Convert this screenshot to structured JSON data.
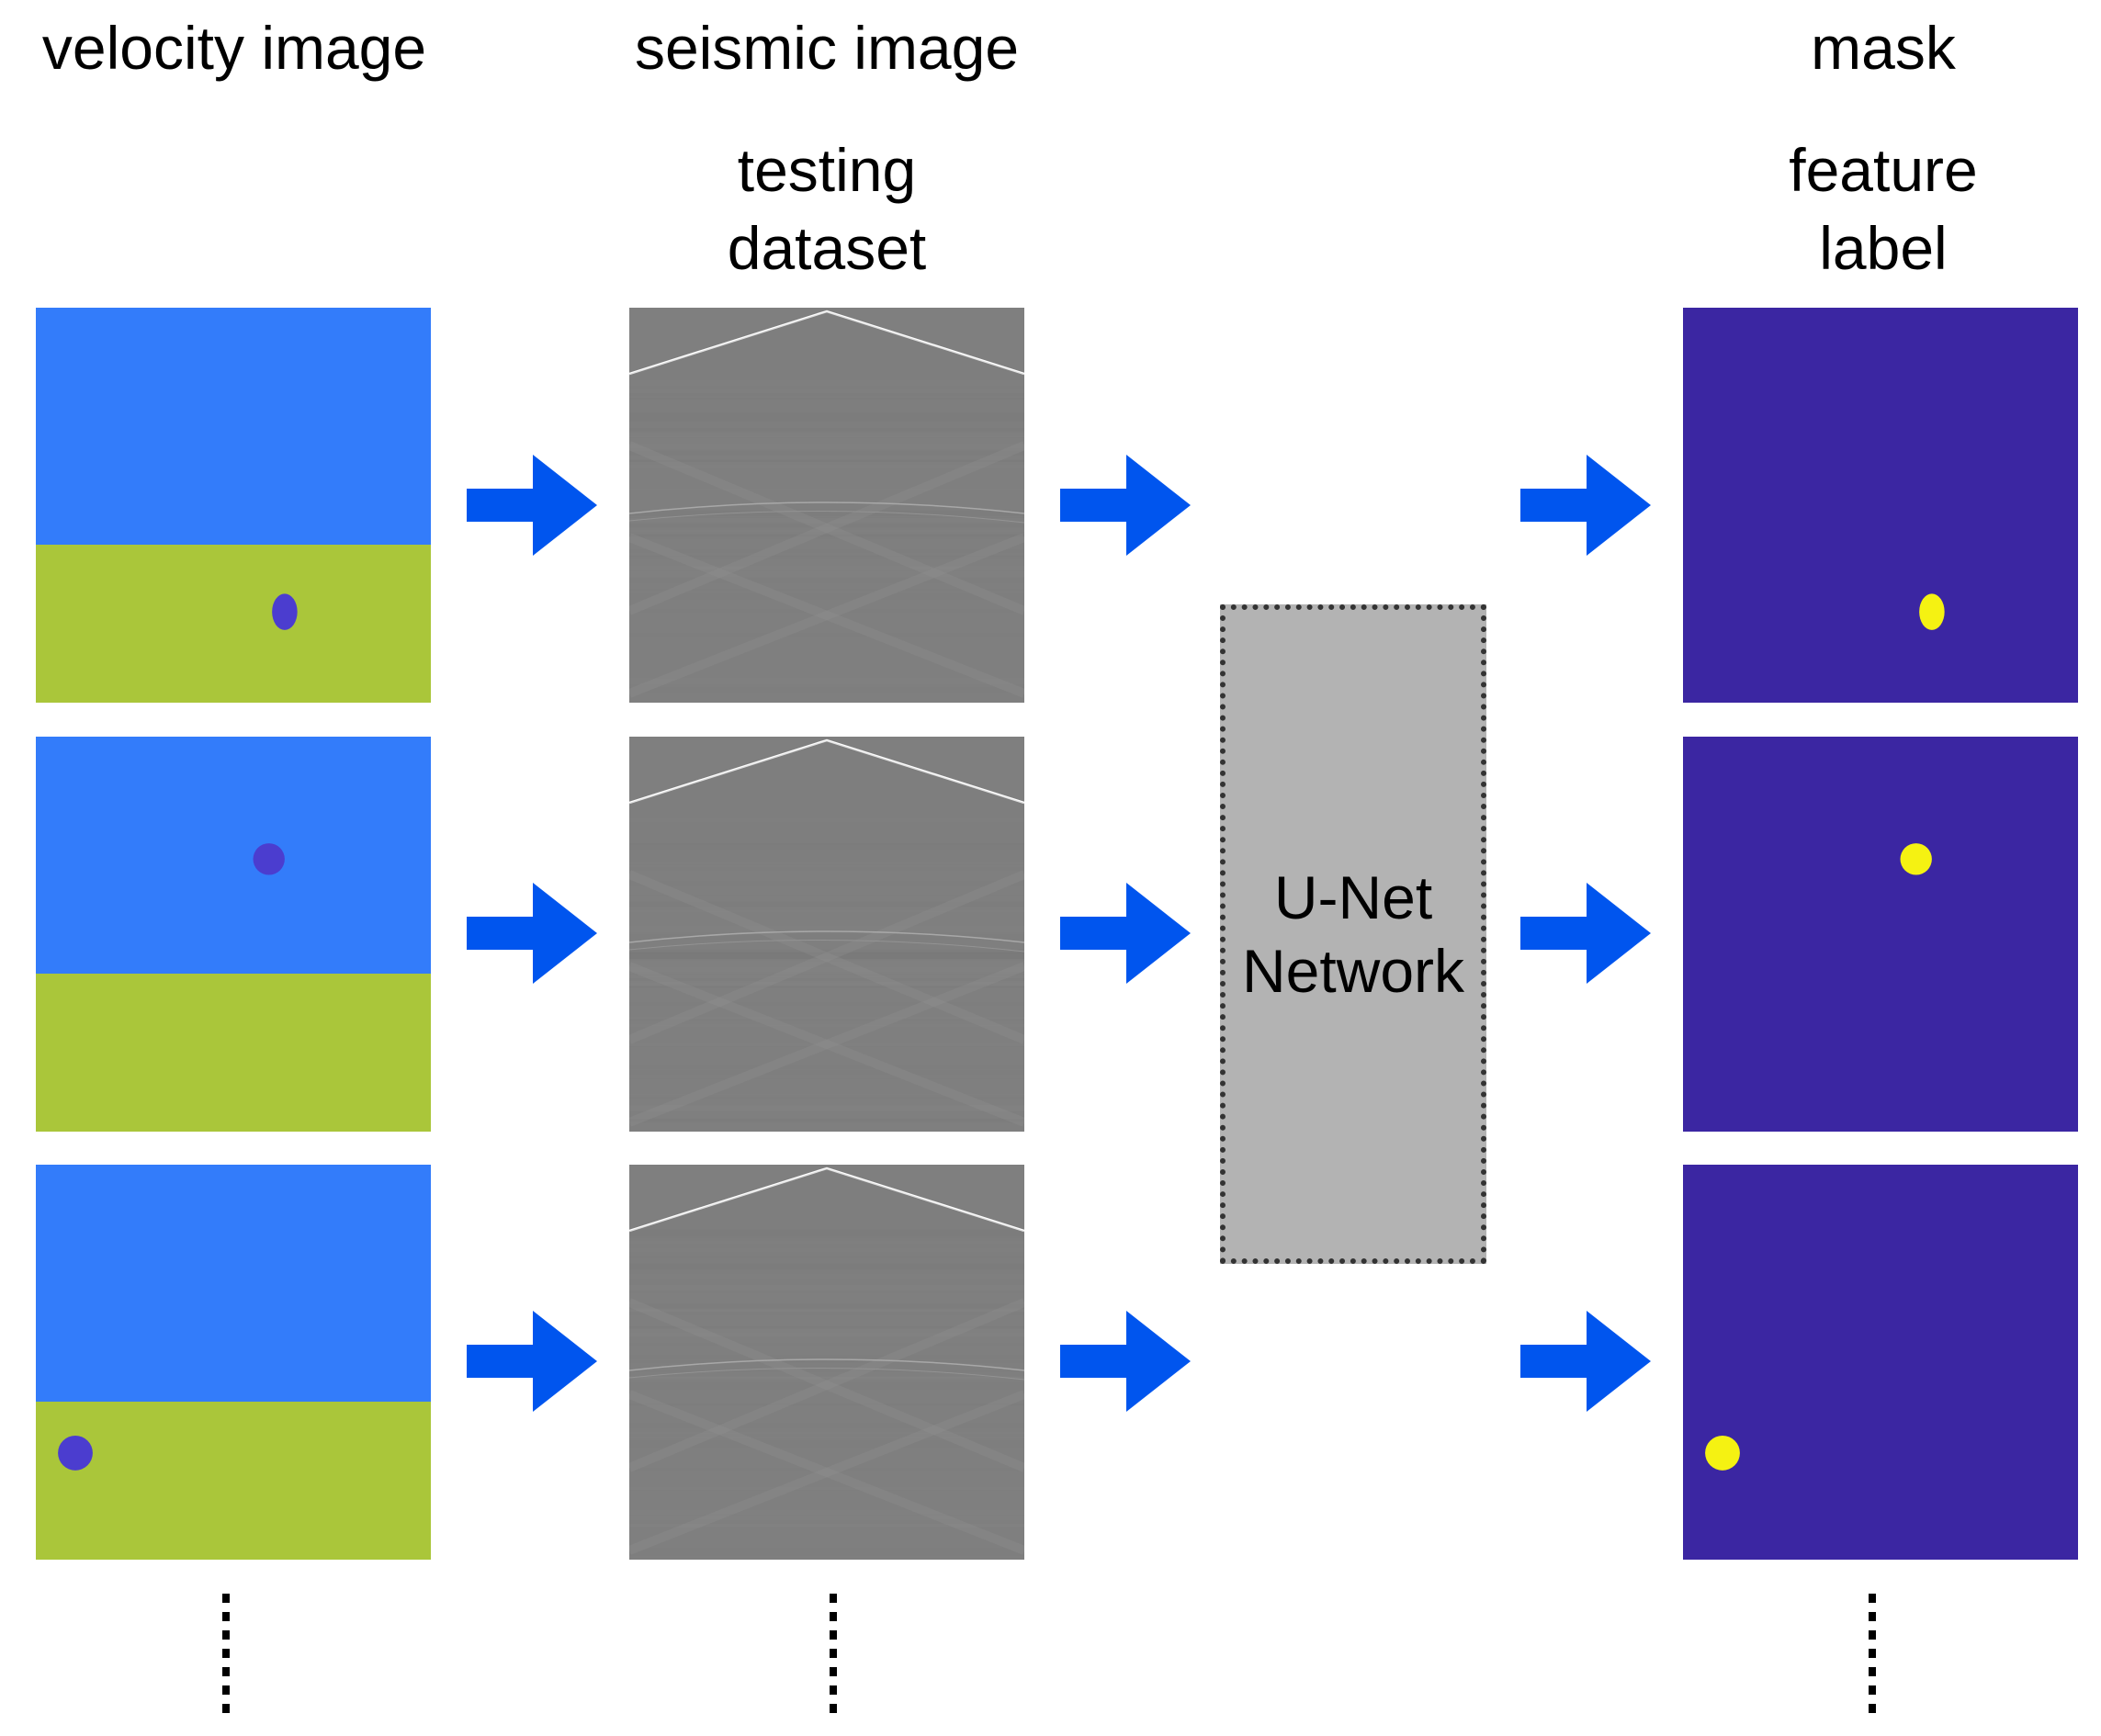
{
  "columns": {
    "velocity": {
      "title": "velocity image"
    },
    "seismic": {
      "title": "seismic image",
      "subtitle_line1": "testing",
      "subtitle_line2": "dataset"
    },
    "mask": {
      "title": "mask",
      "subtitle_line1": "feature",
      "subtitle_line2": "label"
    }
  },
  "network": {
    "label_line1": "U-Net",
    "label_line2": "Network"
  },
  "colors": {
    "velocity_upper": "#337CFA",
    "velocity_lower": "#AAC63A",
    "anomaly": "#4B3DCF",
    "seismic_background": "#7F7F7F",
    "mask_background": "#3B26A2",
    "mask_feature": "#F5F212",
    "arrow": "#0055EE",
    "network_box": "#B3B3B3"
  },
  "icons": {
    "arrow": "right-arrow-icon",
    "continuation": "vertical-ellipsis-icon"
  },
  "samples": [
    {
      "velocity": {
        "interface_depth": 0.6,
        "anomaly_x": 0.63,
        "anomaly_y": 0.77,
        "anomaly_rx": 0.032,
        "anomaly_ry": 0.046
      }
    },
    {
      "velocity": {
        "interface_depth": 0.6,
        "anomaly_x": 0.59,
        "anomaly_y": 0.31,
        "anomaly_rx": 0.04,
        "anomaly_ry": 0.04
      }
    },
    {
      "velocity": {
        "interface_depth": 0.6,
        "anomaly_x": 0.1,
        "anomaly_y": 0.73,
        "anomaly_rx": 0.044,
        "anomaly_ry": 0.044
      }
    }
  ]
}
